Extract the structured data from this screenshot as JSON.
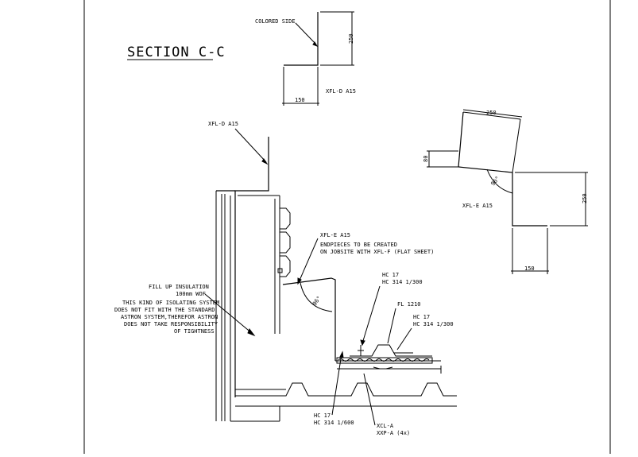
{
  "drawing": {
    "section_title": "SECTION C-C",
    "detail_top": {
      "colored_side": "COLORED SIDE",
      "dim_height": "250",
      "dim_width": "150",
      "part": "XFL-D A15"
    },
    "detail_right": {
      "dim_top": "250",
      "dim_left": "80",
      "angle": "96°",
      "part": "XFL-E A15",
      "dim_height": "250",
      "dim_width": "150"
    },
    "main": {
      "flashing_top": "XFL-D A15",
      "flashing_e": "XFL-E A15",
      "endpieces_1": "ENDPIECES TO BE CREATED",
      "endpieces_2": "ON JOBSITE WITH XFL-F (FLAT SHEET)",
      "insulation": [
        "FILL UP INSULATION",
        "100mm WOF",
        "THIS KIND OF ISOLATING SYSTEM",
        "DOES NOT FIT WITH THE STANDARD",
        "ASTRON SYSTEM,THEREFOR ASTRON",
        "DOES NOT TAKE RESPONSIBILITY",
        "OF TIGHTNESS"
      ],
      "angle": "96°",
      "hc1_a": "HC 17",
      "hc1_b": "HC 314 1/300",
      "fl": "FL 1210",
      "hc2_a": "HC 17",
      "hc2_b": "HC 314 1/300",
      "hc3_a": "HC 17",
      "hc3_b": "HC 314 1/600",
      "xcl": "XCL-A",
      "xxp": "XXP-A (4x)"
    }
  }
}
